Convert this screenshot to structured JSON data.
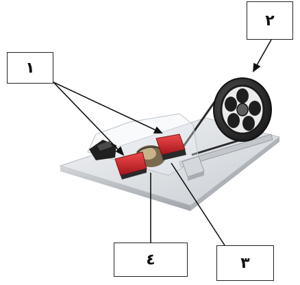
{
  "labels": [
    {
      "id": "part-1",
      "text": "١"
    },
    {
      "id": "part-2",
      "text": "٢"
    },
    {
      "id": "part-3",
      "text": "٣"
    },
    {
      "id": "part-4",
      "text": "٤"
    }
  ],
  "colors": {
    "magnet_red": "#d6252a",
    "base_plate": "#e3e6ea",
    "pulley": "#2b2b2b",
    "leader_line": "#111111"
  }
}
